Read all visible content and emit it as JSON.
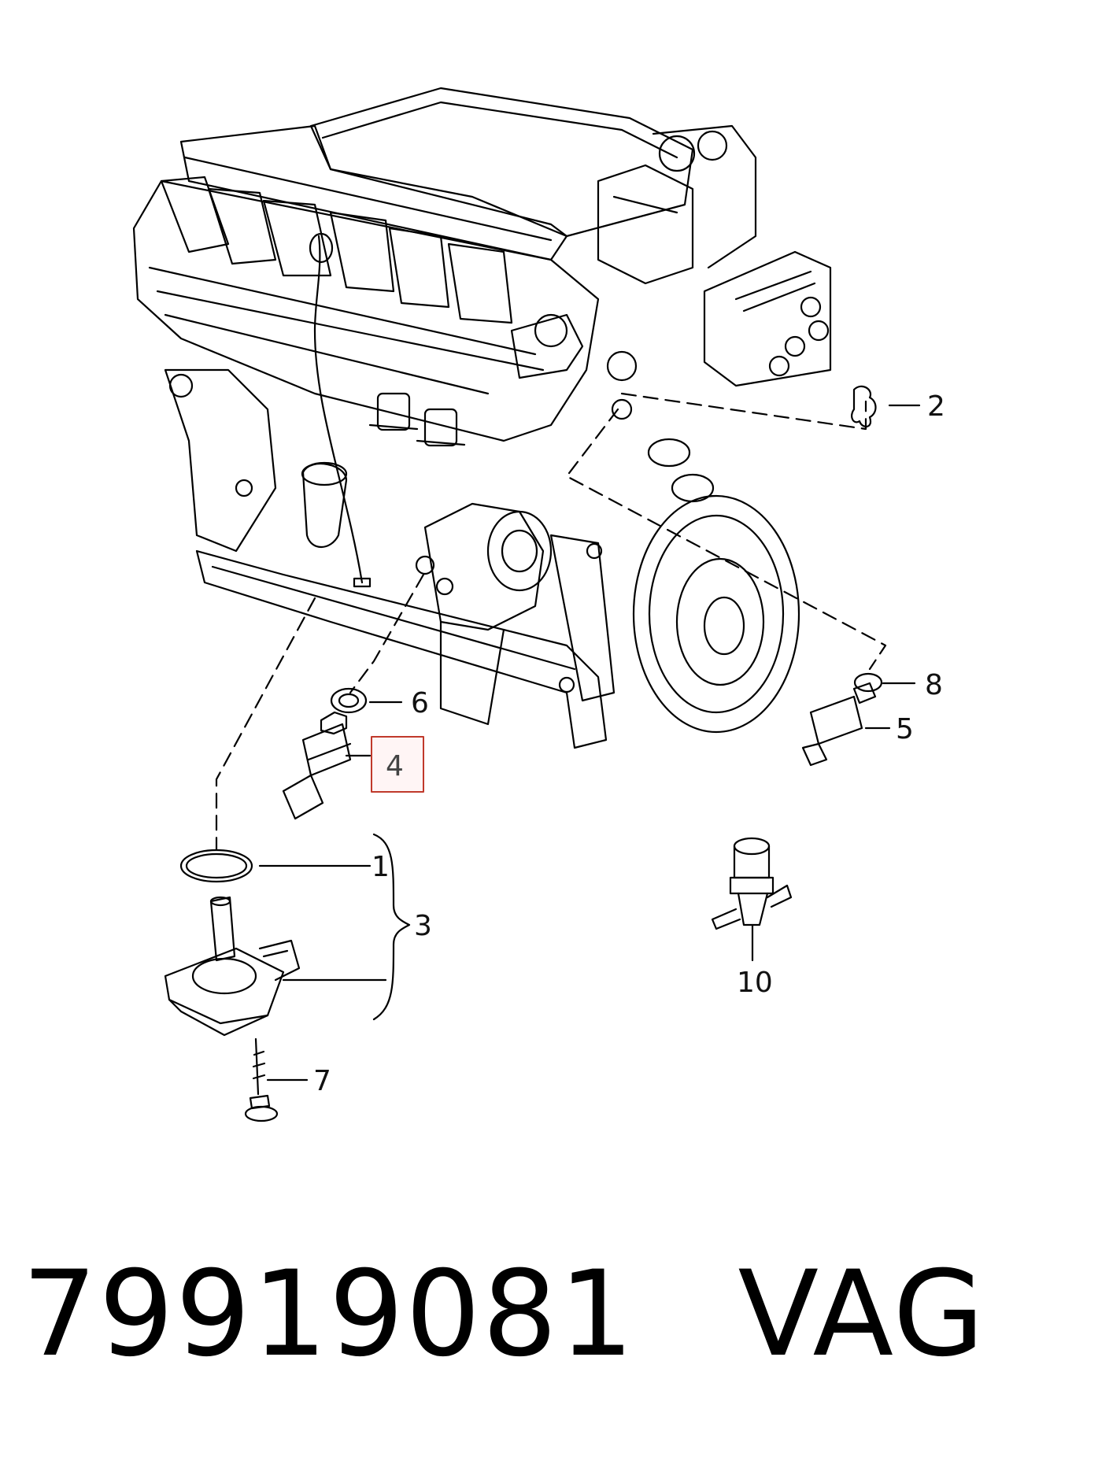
{
  "diagram": {
    "callouts": [
      "1",
      "2",
      "3",
      "4",
      "5",
      "6",
      "7",
      "8",
      "10"
    ],
    "highlighted_callout": "4",
    "highlight_color": "#c0392b"
  },
  "footer": {
    "part_number": "79919081",
    "brand": "VAG"
  }
}
